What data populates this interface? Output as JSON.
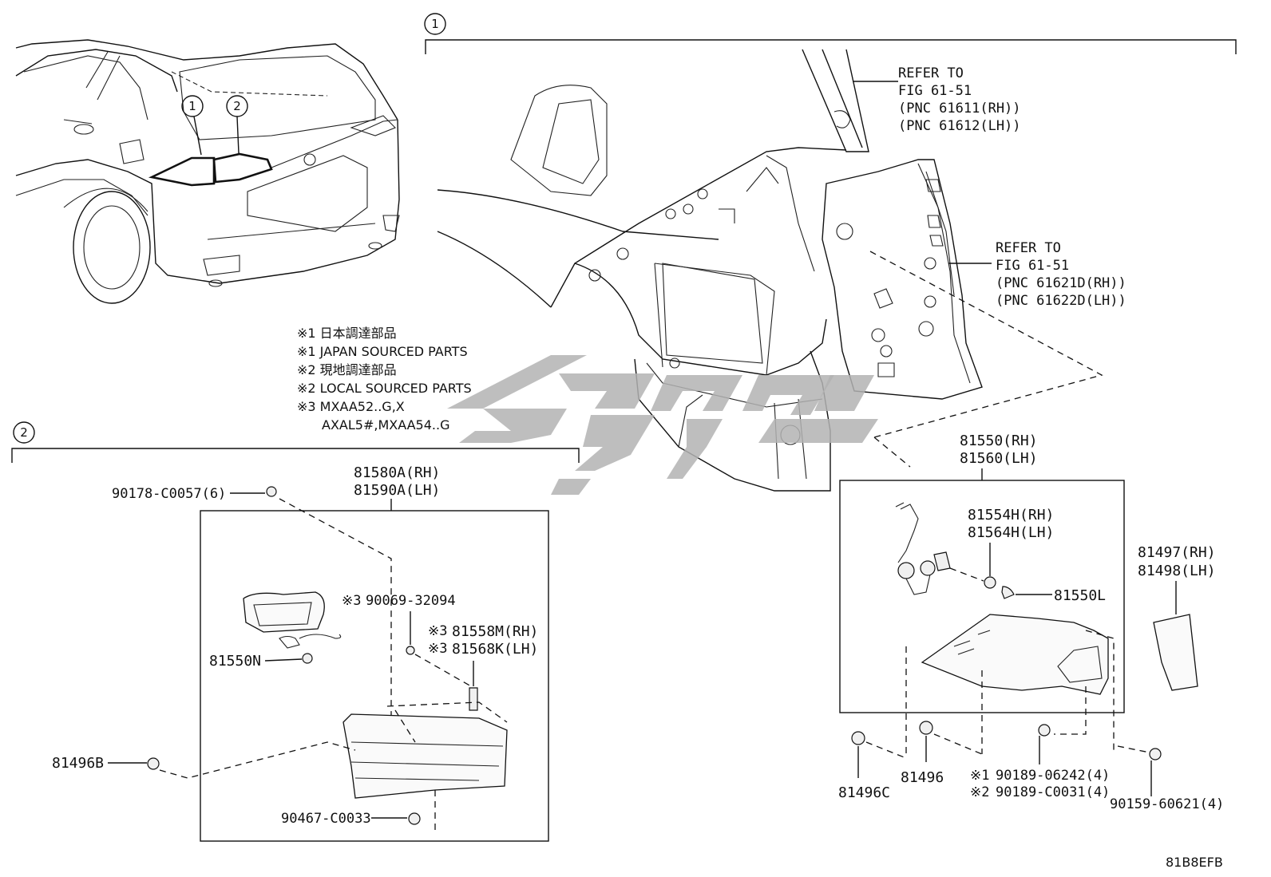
{
  "callouts": {
    "one": "1",
    "two": "2",
    "car_one": "1",
    "car_two": "2"
  },
  "notes": [
    "※1 日本調達部品",
    "※1 JAPAN SOURCED PARTS",
    "※2 現地調達部品",
    "※2 LOCAL SOURCED PARTS",
    "※3 MXAA52..G,X",
    "AXAL5#,MXAA54..G"
  ],
  "refs": {
    "upper": [
      "REFER TO",
      "FIG 61-51",
      "(PNC 61611(RH))",
      "(PNC 61612(LH))"
    ],
    "lower": [
      "REFER TO",
      "FIG 61-51",
      "(PNC 61621D(RH))",
      "(PNC 61622D(LH))"
    ]
  },
  "parts_left": {
    "assy_rh": "81580A(RH)",
    "assy_lh": "81590A(LH)",
    "screw": "90178-C0057(6)",
    "clip_note": "※3",
    "clip": "90069-32094",
    "bracket_rh_note": "※3",
    "bracket_rh": "81558M(RH)",
    "bracket_lh_note": "※3",
    "bracket_lh": "81568K(LH)",
    "socket": "81550N",
    "retainer": "81496B",
    "nut": "90467-C0033"
  },
  "parts_right": {
    "assy_rh": "81550(RH)",
    "assy_lh": "81560(LH)",
    "socket_rh": "81554H(RH)",
    "socket_lh": "81564H(LH)",
    "bulb": "81550L",
    "gasket_rh": "81497(RH)",
    "gasket_lh": "81498(LH)",
    "retainer_c": "81496C",
    "retainer": "81496",
    "nut1_note": "※1",
    "nut1": "90189-06242(4)",
    "nut2_note": "※2",
    "nut2": "90189-C0031(4)",
    "nut3": "90159-60621(4)"
  },
  "figure_code": "81B8EFB",
  "icons": [
    "car-rear-illustration",
    "quarter-panel-illustration",
    "watermark-logo"
  ]
}
